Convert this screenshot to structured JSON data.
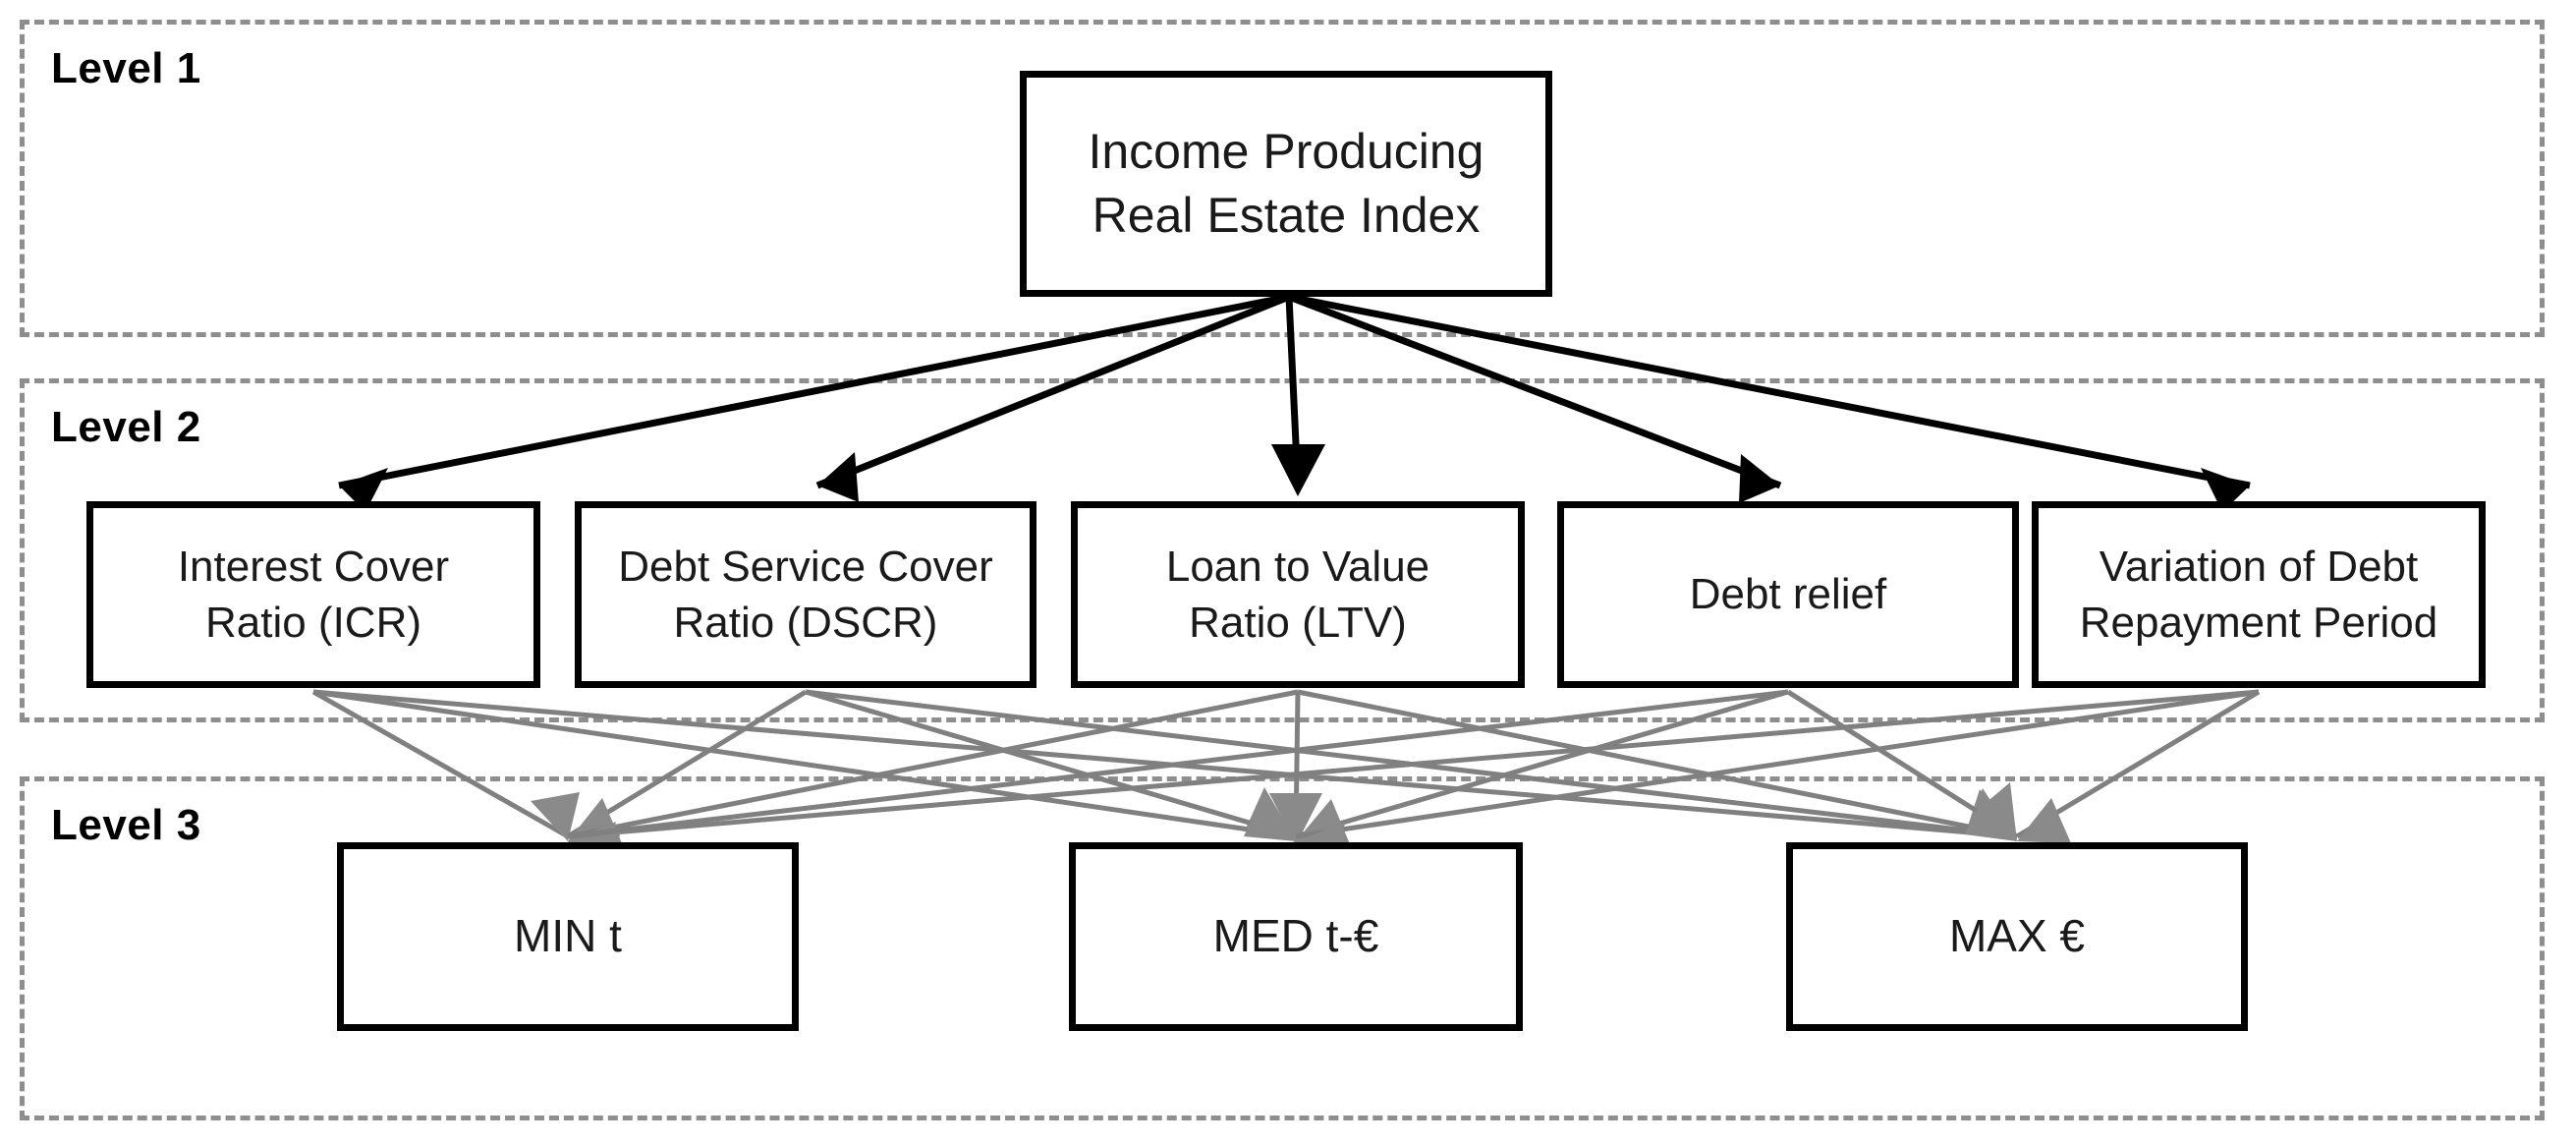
{
  "diagram": {
    "title": "Income Producing Real Estate Index hierarchy",
    "type": "hierarchy-tree",
    "levels": [
      {
        "id": "level-1",
        "label": "Level 1"
      },
      {
        "id": "level-2",
        "label": "Level 2"
      },
      {
        "id": "level-3",
        "label": "Level 3"
      }
    ],
    "nodes": {
      "level_1": [
        {
          "id": "root",
          "label": "Income Producing\nReal Estate Index"
        }
      ],
      "level_2": [
        {
          "id": "icr",
          "label": "Interest Cover\nRatio  (ICR)"
        },
        {
          "id": "dscr",
          "label": "Debt Service Cover\nRatio (DSCR)"
        },
        {
          "id": "ltv",
          "label": "Loan to Value\nRatio (LTV)"
        },
        {
          "id": "debt-relief",
          "label": "Debt relief"
        },
        {
          "id": "vdrp",
          "label": "Variation of Debt\nRepayment Period"
        }
      ],
      "level_3": [
        {
          "id": "min",
          "label": "MIN t"
        },
        {
          "id": "med",
          "label": "MED t-€"
        },
        {
          "id": "max",
          "label": "MAX €"
        }
      ]
    },
    "edges": {
      "level_1_to_2": {
        "style": "solid-black-arrow",
        "from": "root",
        "to": [
          "icr",
          "dscr",
          "ltv",
          "debt-relief",
          "vdrp"
        ]
      },
      "level_2_to_3": {
        "style": "solid-gray-arrow",
        "from": [
          "icr",
          "dscr",
          "ltv",
          "debt-relief",
          "vdrp"
        ],
        "to": [
          "min",
          "med",
          "max"
        ]
      }
    },
    "colors": {
      "band_border": "#8e8e8e",
      "node_border": "#000000",
      "node_fill": "#ffffff",
      "edge_top": "#000000",
      "edge_bottom": "#808080",
      "text": "#1a1a1a"
    }
  }
}
